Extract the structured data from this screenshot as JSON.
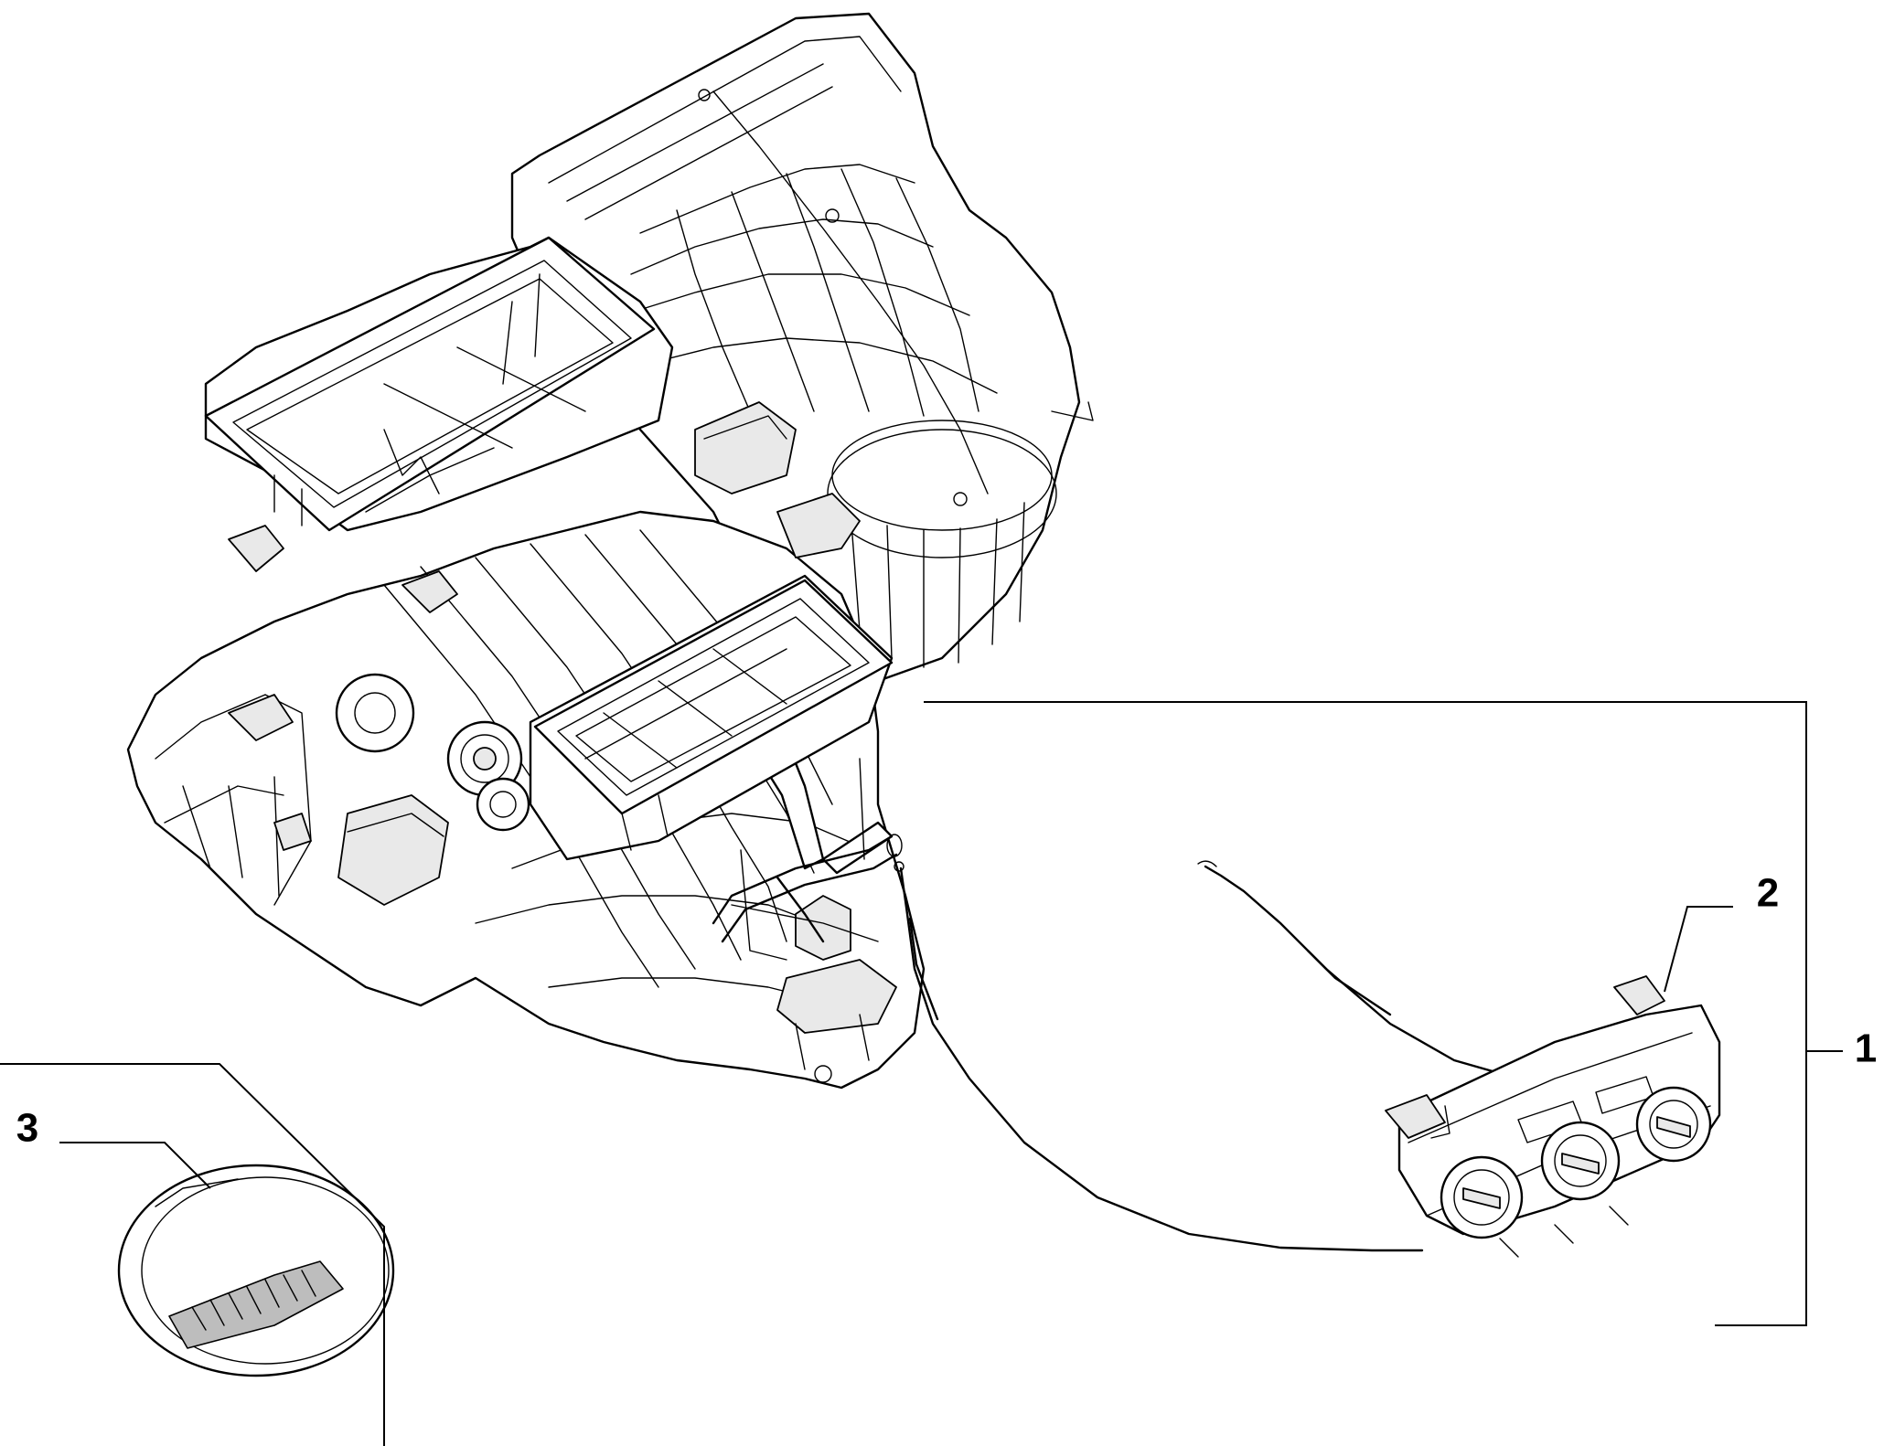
{
  "callouts": [
    {
      "id": "1",
      "label": "1"
    },
    {
      "id": "2",
      "label": "2"
    },
    {
      "id": "3",
      "label": "3"
    }
  ],
  "parts": [
    {
      "callout": "1",
      "icon": "bracket-group-icon"
    },
    {
      "callout": "2",
      "icon": "climate-control-panel-icon"
    },
    {
      "callout": "3",
      "icon": "knob-cap-icon"
    }
  ]
}
